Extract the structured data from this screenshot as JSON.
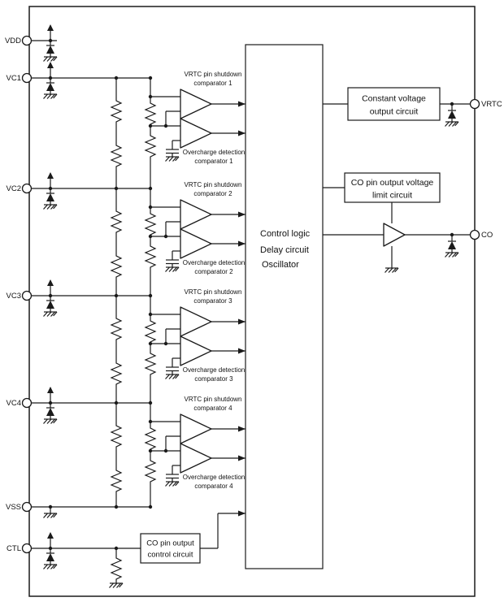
{
  "diagram": {
    "pins": {
      "left": [
        "VDD",
        "VC1",
        "VC2",
        "VC3",
        "VC4",
        "VSS",
        "CTL"
      ],
      "right": [
        "VRTC",
        "CO"
      ]
    },
    "blocks": {
      "constant_voltage": {
        "line1": "Constant voltage",
        "line2": "output circuit"
      },
      "co_limit": {
        "line1": "CO pin output voltage",
        "line2": "limit circuit"
      },
      "control_logic": {
        "line1": "Control logic",
        "line2": "Delay circuit",
        "line3": "Oscillator"
      },
      "co_control": {
        "line1": "CO pin output",
        "line2": "control circuit"
      }
    },
    "comparators": [
      {
        "shutdown_line1": "VRTC pin shutdown",
        "shutdown_line2": "comparator 1",
        "overcharge_line1": "Overcharge detection",
        "overcharge_line2": "comparator 1"
      },
      {
        "shutdown_line1": "VRTC pin shutdown",
        "shutdown_line2": "comparator 2",
        "overcharge_line1": "Overcharge detection",
        "overcharge_line2": "comparator 2"
      },
      {
        "shutdown_line1": "VRTC pin shutdown",
        "shutdown_line2": "comparator 3",
        "overcharge_line1": "Overcharge detection",
        "overcharge_line2": "comparator 3"
      },
      {
        "shutdown_line1": "VRTC pin shutdown",
        "shutdown_line2": "comparator 4",
        "overcharge_line1": "Overcharge detection",
        "overcharge_line2": "comparator 4"
      }
    ],
    "colors": {
      "line": "#1a1a1a",
      "background": "#ffffff"
    }
  }
}
